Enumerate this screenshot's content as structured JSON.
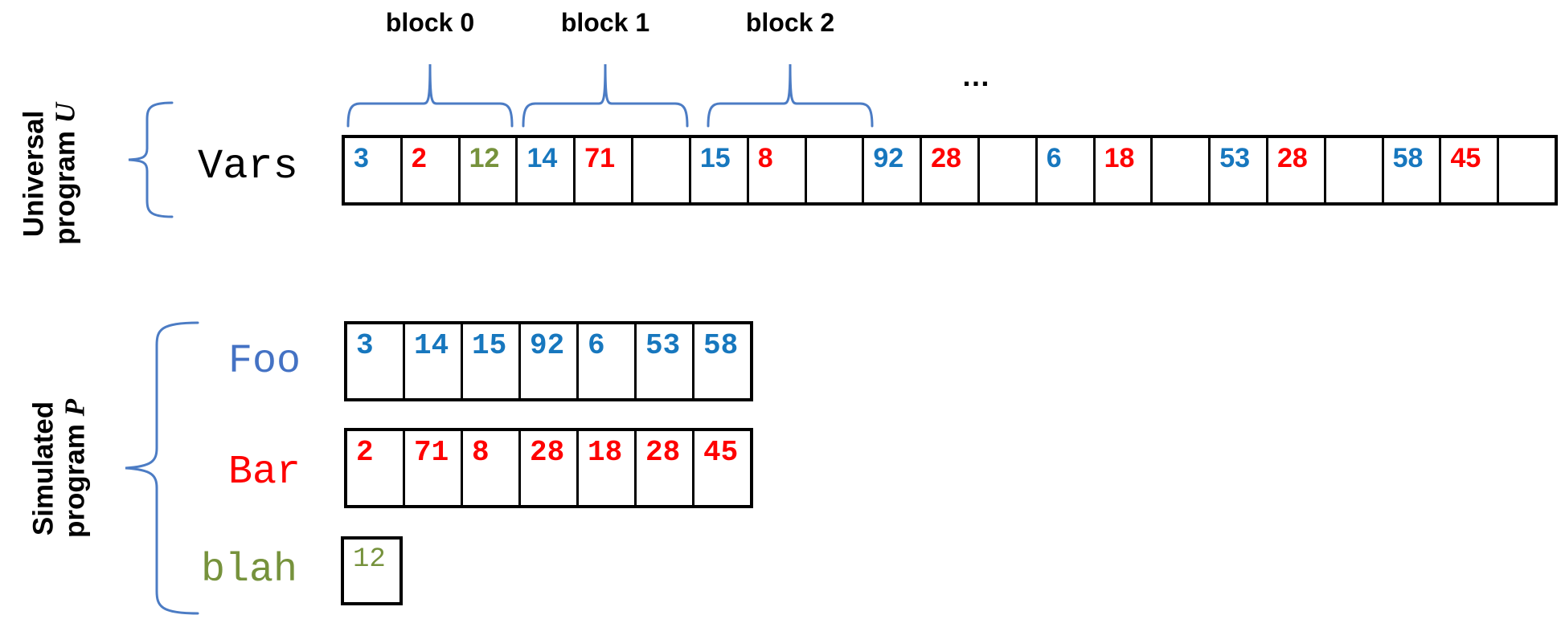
{
  "colors": {
    "blue": "#1777BE",
    "red": "#FE0000",
    "olive": "#76923C",
    "label_blue": "#4472C4",
    "brace_blue": "#4C7CC4",
    "black": "#000000"
  },
  "universal": {
    "label_line1": "Universal",
    "label_line2": "program ",
    "label_letter": "U",
    "vars_label": "Vars",
    "ellipsis": "…",
    "blocks": [
      {
        "label": "block 0"
      },
      {
        "label": "block 1"
      },
      {
        "label": "block 2"
      }
    ],
    "cells": [
      {
        "v": "3",
        "color": "blue"
      },
      {
        "v": "2",
        "color": "red"
      },
      {
        "v": "12",
        "color": "olive"
      },
      {
        "v": "14",
        "color": "blue"
      },
      {
        "v": "71",
        "color": "red"
      },
      {
        "v": "",
        "color": ""
      },
      {
        "v": "15",
        "color": "blue"
      },
      {
        "v": "8",
        "color": "red"
      },
      {
        "v": "",
        "color": ""
      },
      {
        "v": "92",
        "color": "blue"
      },
      {
        "v": "28",
        "color": "red"
      },
      {
        "v": "",
        "color": ""
      },
      {
        "v": "6",
        "color": "blue"
      },
      {
        "v": "18",
        "color": "red"
      },
      {
        "v": "",
        "color": ""
      },
      {
        "v": "53",
        "color": "blue"
      },
      {
        "v": "28",
        "color": "red"
      },
      {
        "v": "",
        "color": ""
      },
      {
        "v": "58",
        "color": "blue"
      },
      {
        "v": "45",
        "color": "red"
      },
      {
        "v": "",
        "color": ""
      }
    ]
  },
  "simulated": {
    "label_line1": "Simulated",
    "label_line2": "program ",
    "label_letter": "P",
    "rows": [
      {
        "name": "Foo",
        "color": "blue",
        "label_color": "label_blue",
        "values": [
          "3",
          "14",
          "15",
          "92",
          "6",
          "53",
          "58"
        ]
      },
      {
        "name": "Bar",
        "color": "red",
        "label_color": "red",
        "values": [
          "2",
          "71",
          "8",
          "28",
          "18",
          "28",
          "45"
        ]
      },
      {
        "name": "blah",
        "color": "olive",
        "label_color": "olive",
        "values": [
          "12"
        ]
      }
    ]
  }
}
